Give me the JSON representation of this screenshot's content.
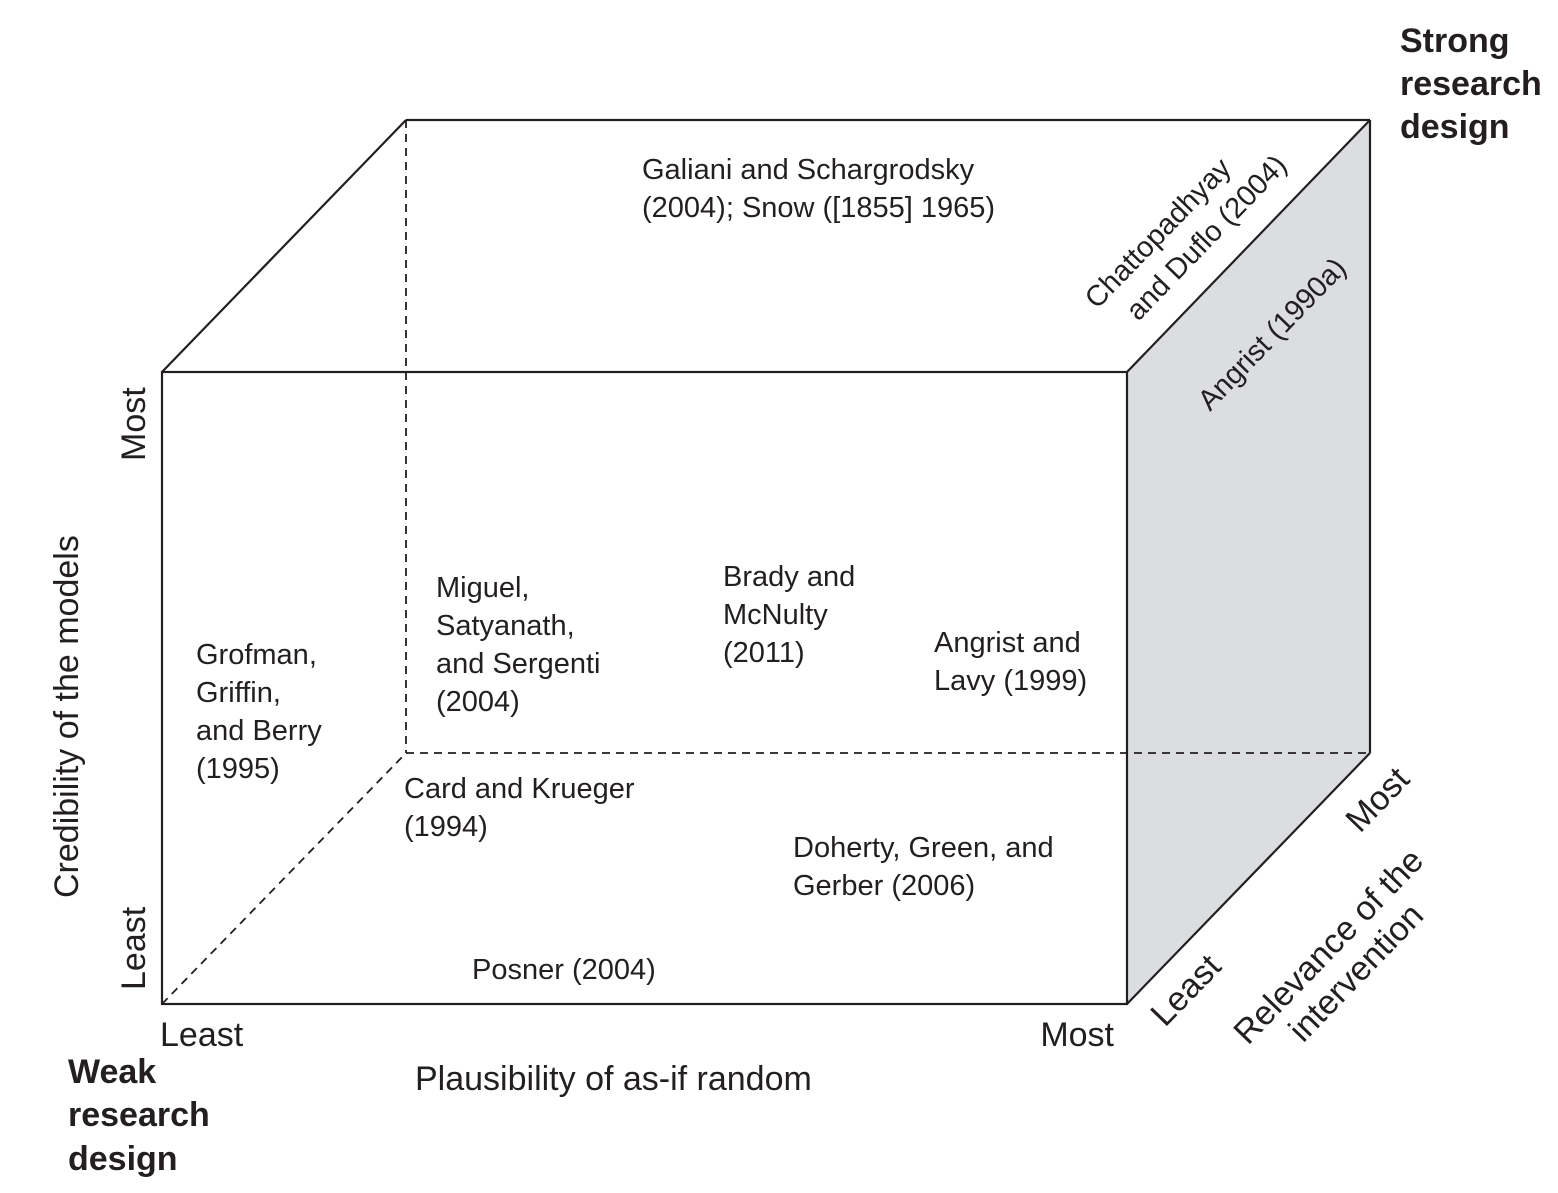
{
  "corners": {
    "strong": [
      "Strong",
      "research",
      "design"
    ],
    "weak": [
      "Weak",
      "research",
      "design"
    ]
  },
  "axes": {
    "x": {
      "label": "Plausibility of as-if random",
      "low": "Least",
      "high": "Most"
    },
    "y": {
      "label": "Credibility of the models",
      "low": "Least",
      "high": "Most"
    },
    "z": {
      "label_lines": [
        "Relevance of the",
        "intervention"
      ],
      "low": "Least",
      "high": "Most"
    }
  },
  "studies": {
    "galiani_snow": [
      "Galiani and Schargrodsky",
      "(2004); Snow ([1855] 1965)"
    ],
    "chattopadhyay": [
      "Chattopadhyay",
      "and Duflo (2004)"
    ],
    "angrist_1990": [
      "Angrist (1990a)"
    ],
    "grofman": [
      "Grofman,",
      "Griffin,",
      "and Berry",
      "(1995)"
    ],
    "miguel": [
      "Miguel,",
      "Satyanath,",
      "and Sergenti",
      "(2004)"
    ],
    "brady": [
      "Brady and",
      "McNulty",
      "(2011)"
    ],
    "angrist_lavy": [
      "Angrist and",
      "Lavy (1999)"
    ],
    "card": [
      "Card and Krueger",
      "(1994)"
    ],
    "doherty": [
      "Doherty, Green, and",
      "Gerber (2006)"
    ],
    "posner": [
      "Posner (2004)"
    ]
  }
}
